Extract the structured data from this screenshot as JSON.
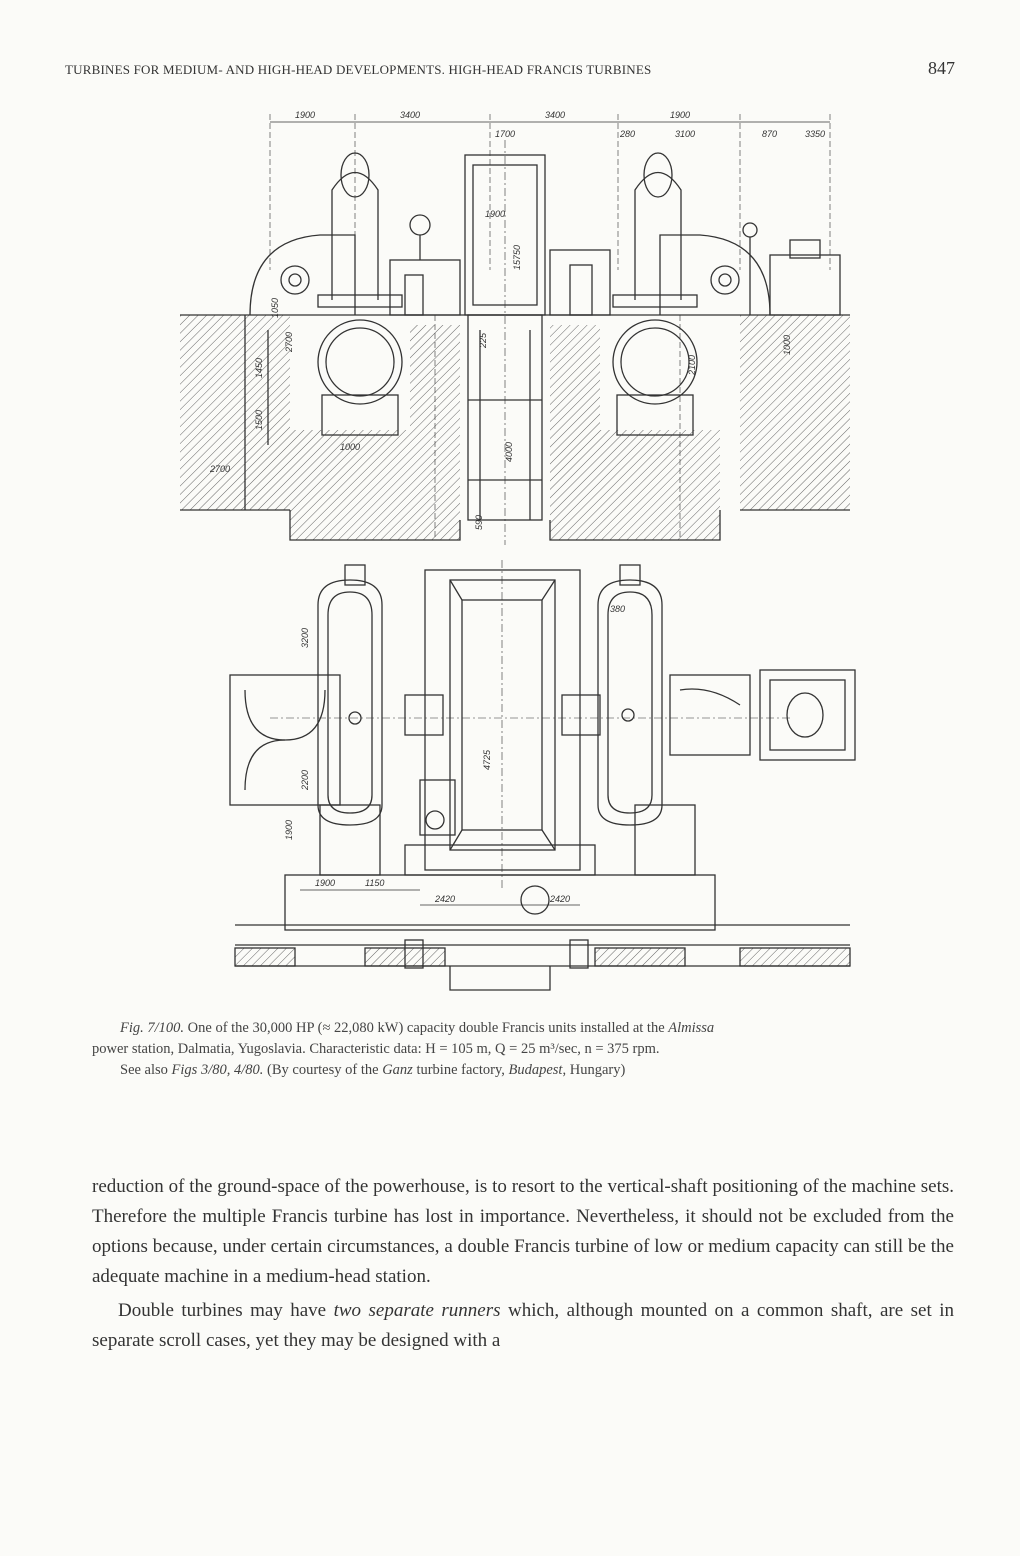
{
  "header": {
    "running_head": "TURBINES FOR MEDIUM- AND HIGH-HEAD DEVELOPMENTS. HIGH-HEAD FRANCIS TURBINES",
    "page_number": "847"
  },
  "figure": {
    "top_dims": [
      "1900",
      "3400",
      "3400",
      "1900",
      "1700",
      "280",
      "3100",
      "870",
      "3350"
    ],
    "side_dims": [
      "1050",
      "1450",
      "1500",
      "2700",
      "1000",
      "2700",
      "1900",
      "15750",
      "225",
      "4000",
      "2100",
      "1000",
      "590"
    ],
    "plan_dims": [
      "3200",
      "2200",
      "1900",
      "1900",
      "1150",
      "2420",
      "2420",
      "4725",
      "380"
    ]
  },
  "caption": {
    "fig_label": "Fig. 7/100.",
    "line1": " One of the 30,000 HP (≈ 22,080 kW) capacity double Francis units installed at the ",
    "station_name": "Almissa",
    "line2": "power station, Dalmatia, Yugoslavia. Characteristic data: H = 105 m, Q = 25 m³/sec, n = 375 rpm.",
    "line3_a": "See also ",
    "figs_ref": "Figs 3/80, 4/80.",
    "line3_b": " (By courtesy of the ",
    "company": "Ganz",
    "line3_c": " turbine factory, ",
    "city": "Budapest",
    "line3_d": ", Hungary)"
  },
  "body": {
    "p1": "reduction of the ground-space of the powerhouse, is to resort to the vertical-shaft positioning of the machine sets. Therefore the multiple Francis turbine has lost in importance. Nevertheless, it should not be excluded from the options because, under certain circumstances, a double Francis turbine of low or medium capacity can still be the adequate machine in a medium-head station.",
    "p2_a": "Double turbines may have ",
    "p2_em": "two separate runners",
    "p2_b": " which, although mounted on a common shaft, are set in separate scroll cases, yet they may be designed with a"
  }
}
